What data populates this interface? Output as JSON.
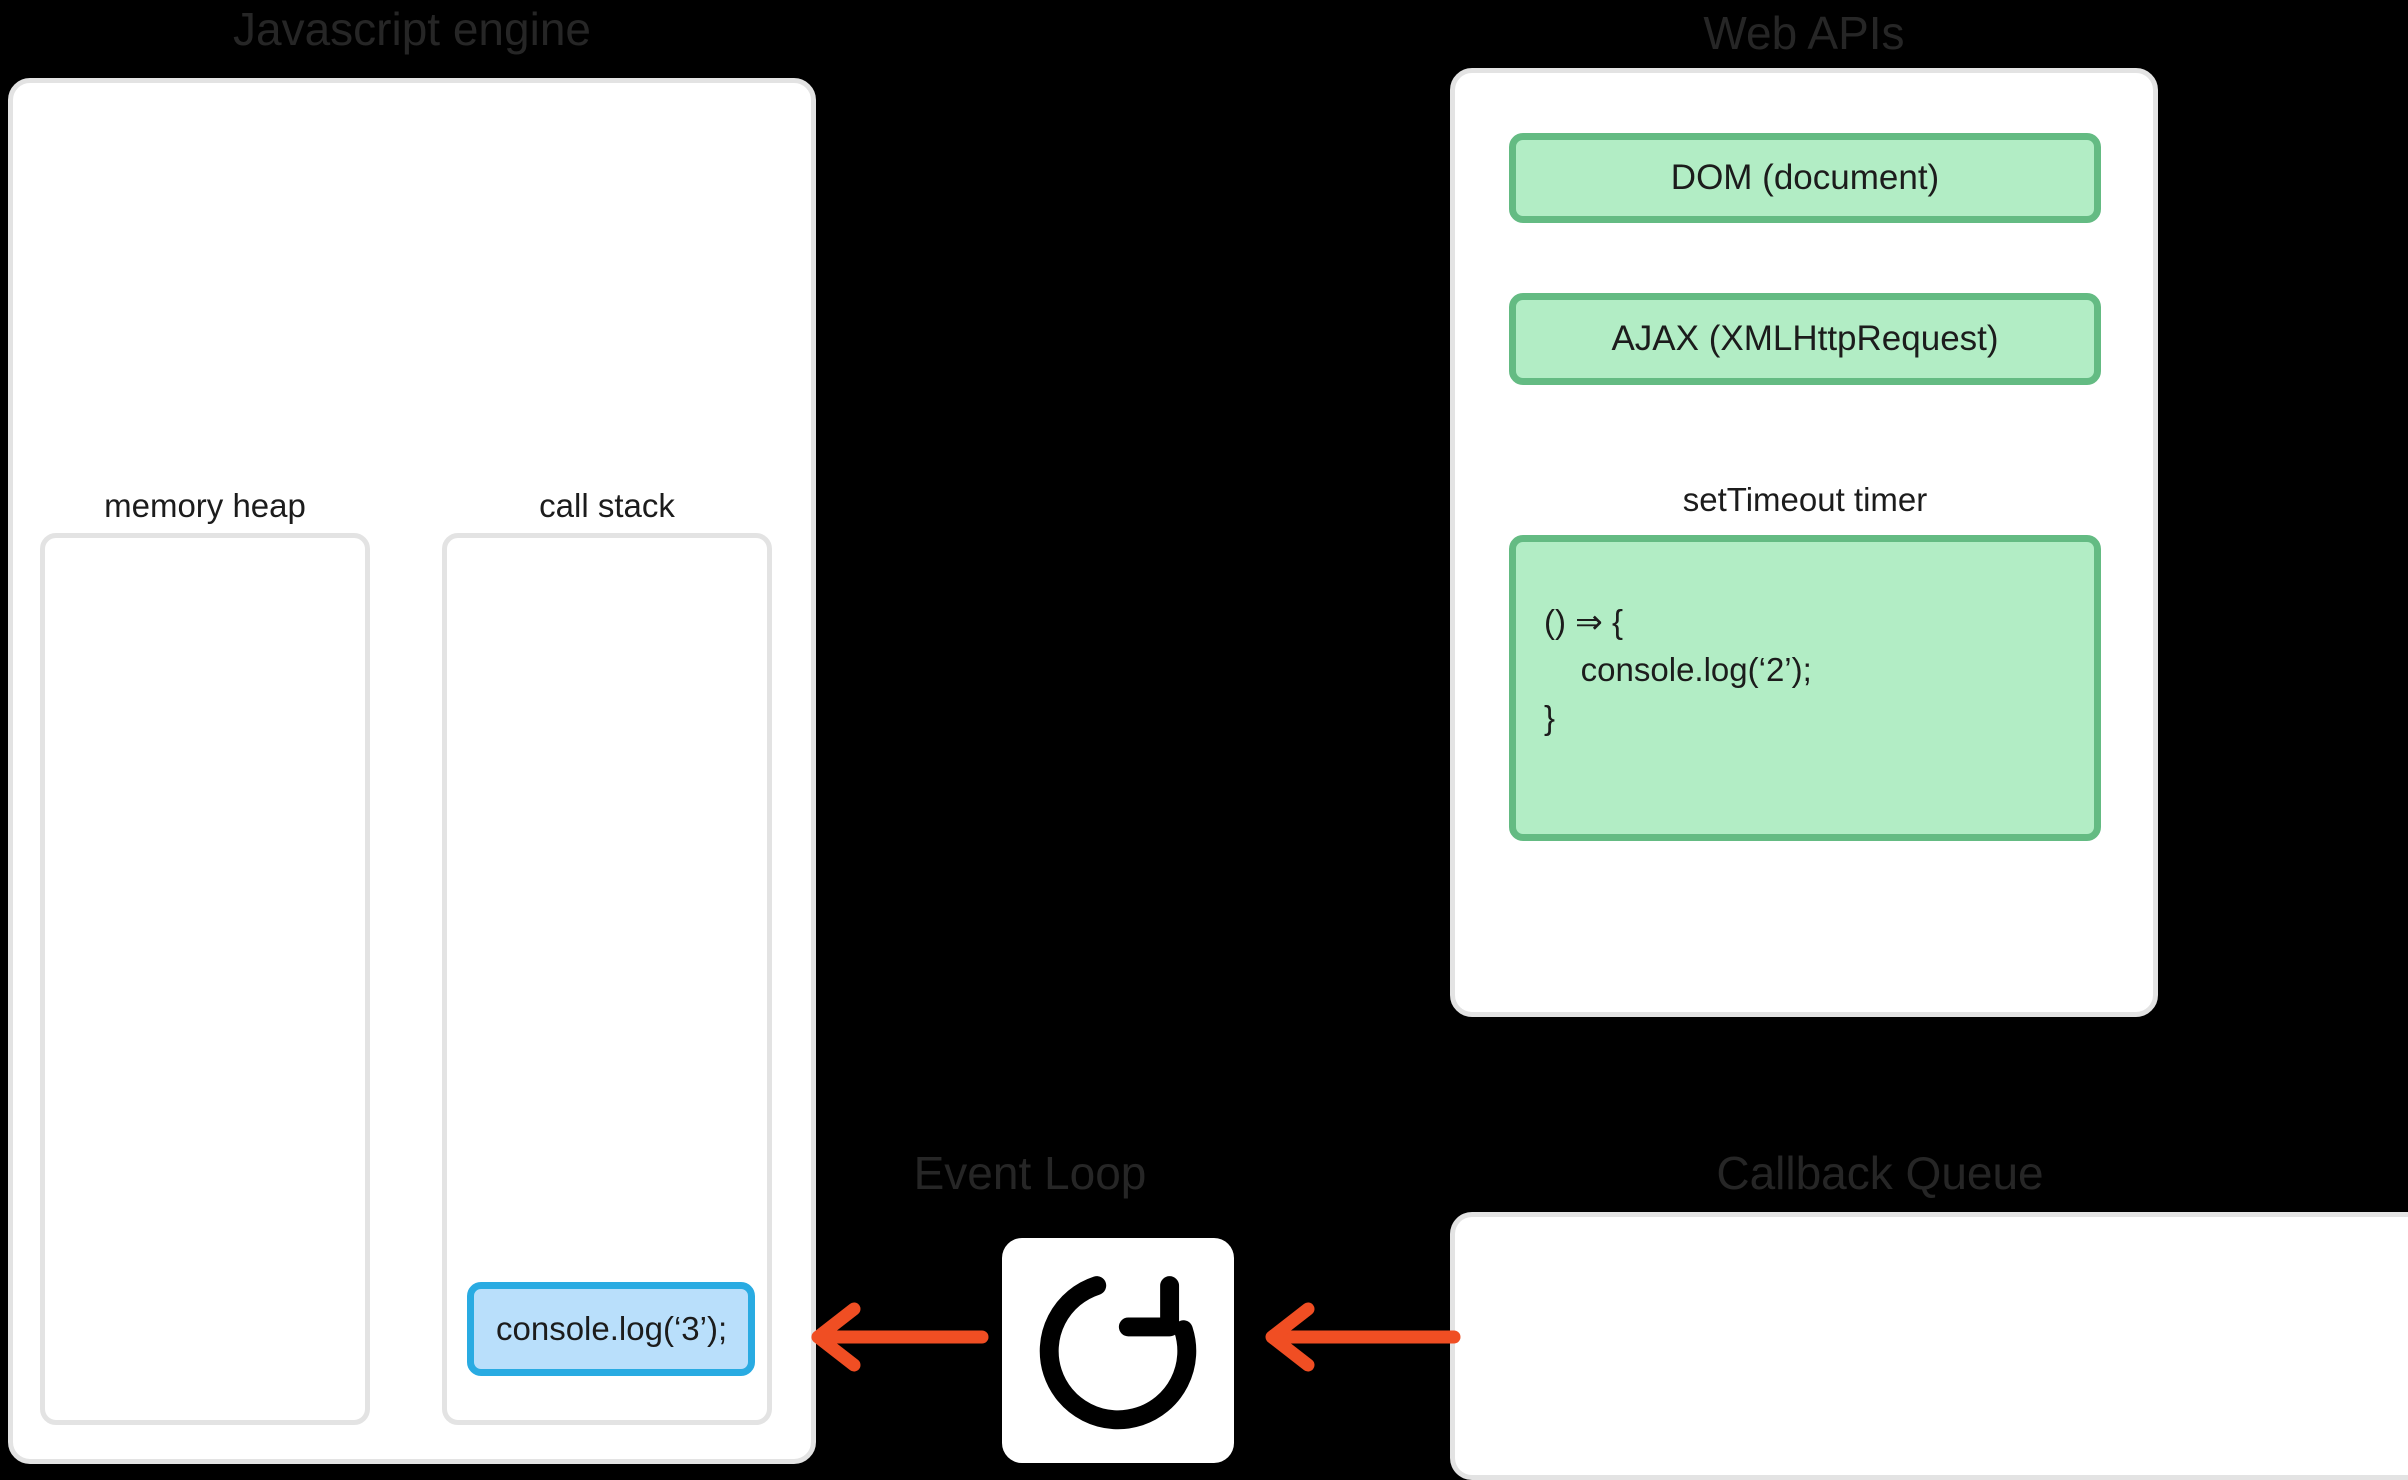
{
  "diagram": {
    "background_color": "#000000",
    "panel_color": "#ffffff",
    "panel_border_color": "#e3e3e3",
    "title_color": "#262626",
    "arrow_color": "#f04e23",
    "api_box_fill": "#b2edc5",
    "api_box_border": "#64bb83",
    "stack_frame_fill": "#b9dffb",
    "stack_frame_border": "#29abe2"
  },
  "js_engine": {
    "title": "Javascript engine",
    "memory_heap": {
      "label": "memory heap",
      "items": []
    },
    "call_stack": {
      "label": "call stack",
      "frames": [
        {
          "text": "console.log(‘3’);"
        }
      ]
    }
  },
  "web_apis": {
    "title": "Web APIs",
    "boxes": [
      {
        "label": "DOM (document)"
      },
      {
        "label": "AJAX (XMLHttpRequest)"
      }
    ],
    "set_timeout": {
      "label": "setTimeout timer",
      "code": "() ⇒ {\n    console.log(‘2’);\n}"
    }
  },
  "event_loop": {
    "title": "Event Loop",
    "icon": "refresh-circular-arrow-icon"
  },
  "callback_queue": {
    "title": "Callback Queue",
    "items": []
  },
  "arrows": [
    {
      "name": "event-loop-to-call-stack",
      "direction": "left"
    },
    {
      "name": "callback-queue-to-event-loop",
      "direction": "left"
    }
  ]
}
